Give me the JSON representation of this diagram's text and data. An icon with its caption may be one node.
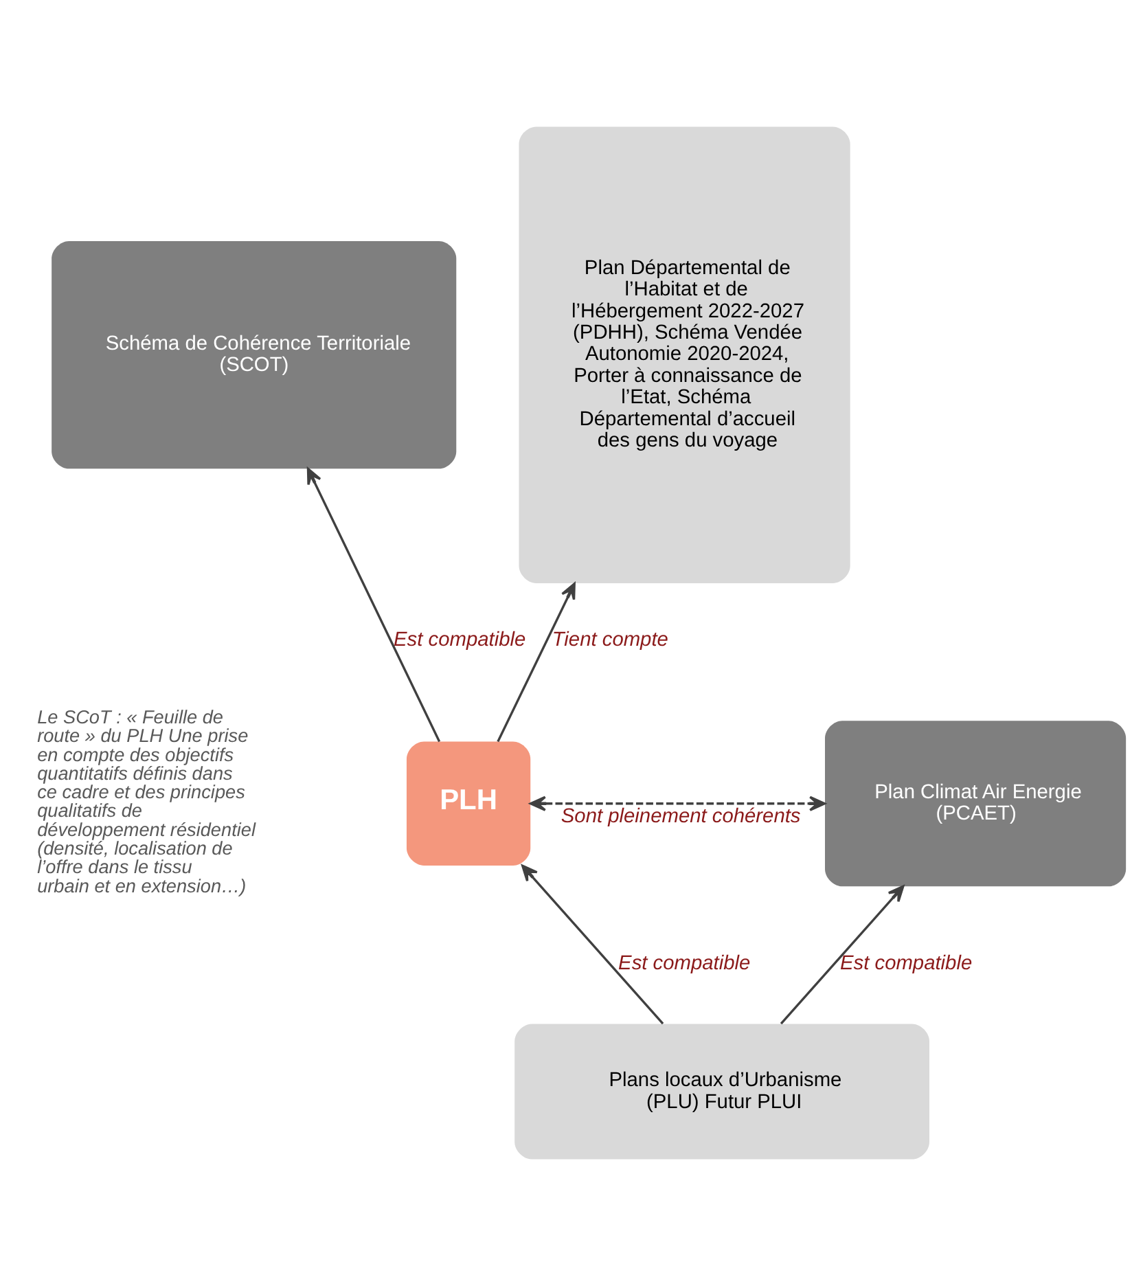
{
  "diagram": {
    "nodes": [
      {
        "text": [
          "Schéma de Cohérence Territoriale (SCOT)"
        ]
      },
      {
        "text": [
          "Plan Départemental de l’Habitat et de l’Hébergement 2022-2027 (PDHH), Schéma Vendée Autonomie 2020-2024, Porter à connaissance de l’Etat, Schéma Départemental d’accueil des gens du voyage"
        ]
      },
      {
        "text": [
          "PLH"
        ]
      },
      {
        "text": [
          "Plan Climat Air Energie (PCAET)"
        ]
      },
      {
        "text": [
          "Plans locaux d’Urbanisme (PLU) Futur PLUI"
        ]
      }
    ],
    "edges": [
      {
        "from": 2,
        "to": 0,
        "arrow": "to",
        "label": "Est compatible"
      },
      {
        "from": 2,
        "to": 1,
        "arrow": "to",
        "label": "Tient compte"
      },
      {
        "from": 2,
        "to": 3,
        "arrow": "both",
        "style": "dashed",
        "label": "Sont pleinement cohérents"
      },
      {
        "from": 4,
        "to": 2,
        "arrow": "to",
        "label": "Est compatible"
      },
      {
        "from": 4,
        "to": 3,
        "arrow": "to",
        "label": "Est compatible"
      }
    ],
    "labels": [
      "Le SCoT : « Feuille de route » du PLH Une prise en compte des objectifs quantitatifs définis dans ce cadre et des principes qualitatifs de développement résidentiel (densité, localisation de l’offre dans le tissu urbain et en extension…)"
    ]
  }
}
